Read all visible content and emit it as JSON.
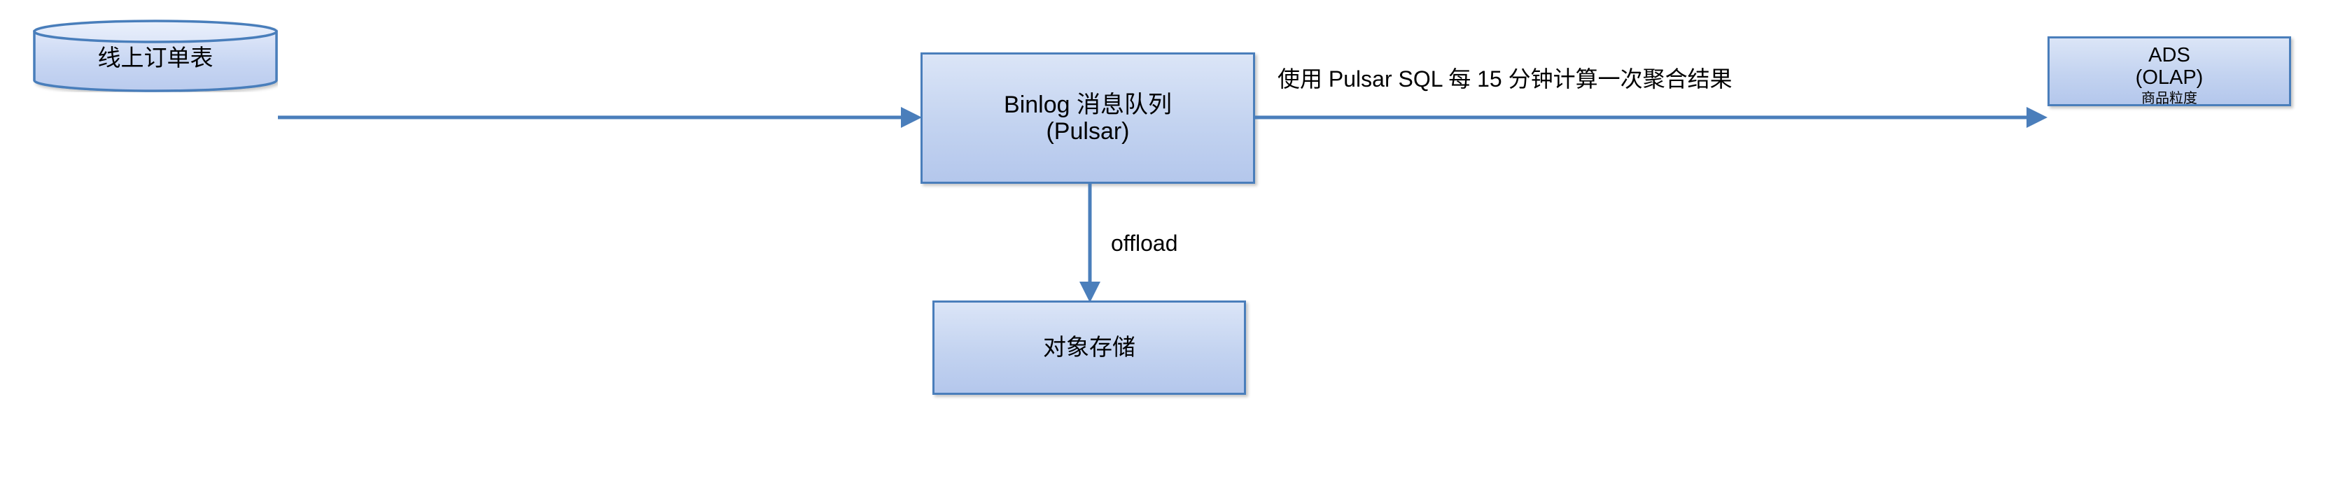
{
  "diagram": {
    "title": "Binlog to Pulsar to ADS data pipeline",
    "background_color": "#ffffff",
    "node_fill_top": "#dbe5f7",
    "node_fill_bottom": "#b4c7ec",
    "node_border_color": "#4a7ebb",
    "connector_color": "#4a7ebb",
    "text_color": "#000000"
  },
  "nodes": {
    "source_db": {
      "shape": "cylinder",
      "label": "线上订单表"
    },
    "queue": {
      "shape": "rectangle",
      "line1": "Binlog 消息队列",
      "line2": "(Pulsar)"
    },
    "object_storage": {
      "shape": "rectangle",
      "label": "对象存储"
    },
    "ads": {
      "shape": "rectangle",
      "line1": "ADS",
      "line2": "(OLAP)",
      "line3": "商品粒度"
    }
  },
  "edges": {
    "db_to_queue": {
      "label": "",
      "direction": "right"
    },
    "queue_to_ads": {
      "label": "使用 Pulsar SQL 每 15 分钟计算一次聚合结果",
      "direction": "right"
    },
    "queue_to_storage": {
      "label": "offload",
      "direction": "down"
    }
  }
}
